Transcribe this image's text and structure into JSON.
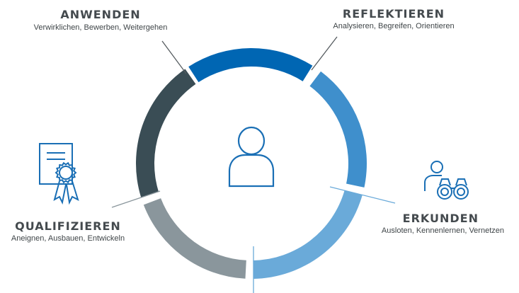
{
  "stages": {
    "anwenden": {
      "title": "ANWENDEN",
      "subtitle": "Verwirklichen, Bewerben,  Weitergehen",
      "color": "#3a4d55"
    },
    "reflektieren": {
      "title": "REFLEKTIEREN",
      "subtitle": "Analysieren, Begreifen, Orientieren",
      "color": "#0066b3"
    },
    "erkunden": {
      "title": "ERKUNDEN",
      "subtitle": "Ausloten, Kennenlernen, Vernetzen",
      "color": "#6aaad9"
    },
    "qualifizieren": {
      "title": "QUALIFIZIEREN",
      "subtitle": "Aneignen, Ausbauen, Entwickeln",
      "color": "#8a969c"
    }
  },
  "colors": {
    "segment_reflektieren_lower": "#3f8fcc",
    "icon_stroke": "#1a6fb5",
    "divider": "#555b5f",
    "text": "#444a4e"
  },
  "icons": {
    "center": "person-icon",
    "left": "certificate-icon",
    "right": "person-binoculars-icon"
  }
}
